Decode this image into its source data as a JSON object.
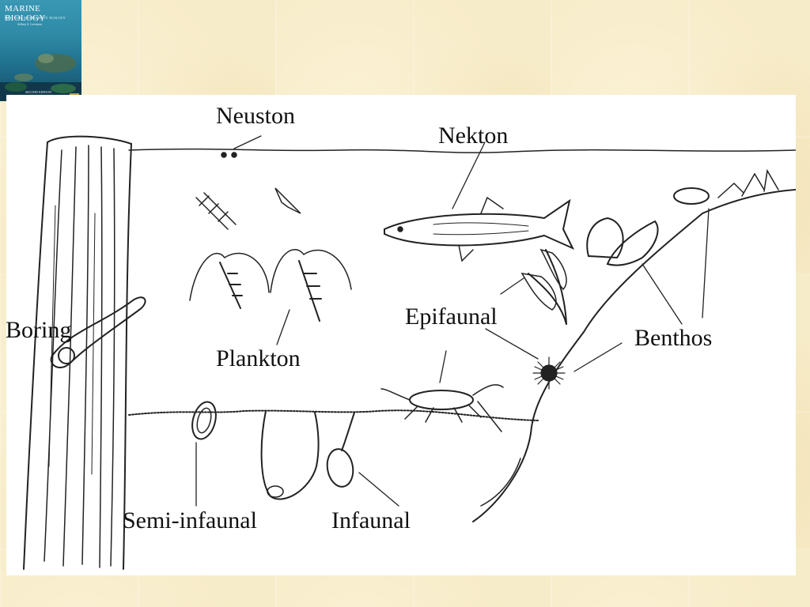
{
  "book_cover": {
    "title": "MARINE BIOLOGY",
    "subtitle": "FUNCTION, BIODIVERSITY, ECOLOGY",
    "author": "Jeffrey S. Levinton",
    "edition": "SECOND EDITION"
  },
  "diagram": {
    "labels": {
      "neuston": "Neuston",
      "nekton": "Nekton",
      "plankton": "Plankton",
      "epifaunal": "Epifaunal",
      "benthos": "Benthos",
      "boring": "Boring",
      "semi_infaunal": "Semi-infaunal",
      "infaunal": "Infaunal"
    }
  },
  "colors": {
    "background": "#f7ecc9",
    "panel": "#ffffff",
    "ink": "#111111",
    "cover_blue": "#2e8aa6"
  }
}
